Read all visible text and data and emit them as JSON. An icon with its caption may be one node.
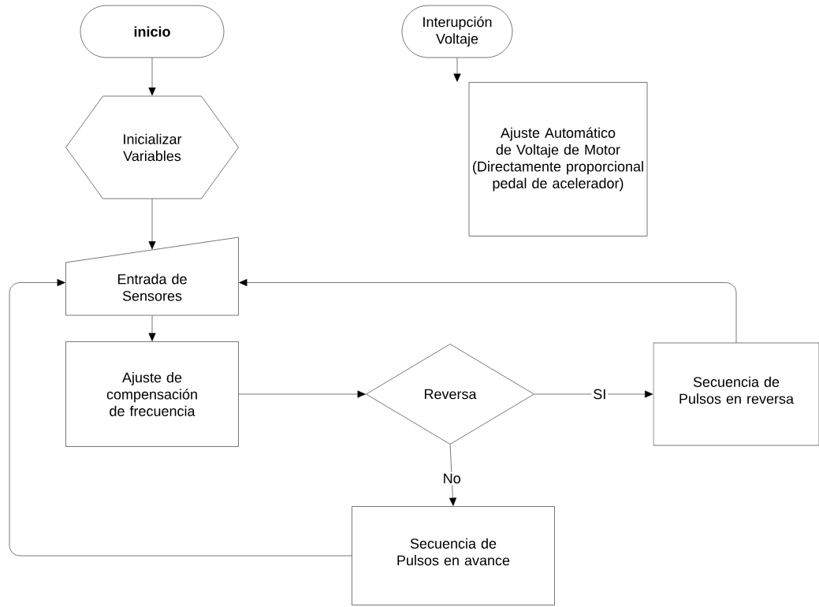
{
  "diagram": {
    "nodes": [
      {
        "text": [
          "inicio"
        ]
      },
      {
        "text": [
          "Inicializar Variables"
        ]
      },
      {
        "text": [
          "Entrada de Sensores"
        ]
      },
      {
        "text": [
          "Ajuste de compensación de frecuencia"
        ]
      },
      {
        "text": [
          "Reversa"
        ]
      },
      {
        "text": [
          "Secuencia de Pulsos en reversa"
        ]
      },
      {
        "text": [
          "Secuencia de Pulsos en avance"
        ]
      },
      {
        "text": [
          "Interupción Voltaje"
        ]
      },
      {
        "text": [
          "Ajuste Automático de Voltaje de Motor (Directamente proporcional pedal de acelerador)"
        ]
      }
    ],
    "edges": [
      {
        "from": 0,
        "to": 1,
        "arrow": "to"
      },
      {
        "from": 1,
        "to": 2,
        "arrow": "to"
      },
      {
        "from": 2,
        "to": 3,
        "arrow": "to"
      },
      {
        "from": 3,
        "to": 4,
        "arrow": "to"
      },
      {
        "from": 4,
        "to": 5,
        "arrow": "to",
        "label": "SI"
      },
      {
        "from": 4,
        "to": 6,
        "arrow": "to",
        "label": "No"
      },
      {
        "from": 5,
        "to": 2,
        "arrow": "to"
      },
      {
        "from": 6,
        "to": 2,
        "arrow": "to"
      },
      {
        "from": 7,
        "to": 8,
        "arrow": "to"
      }
    ]
  }
}
